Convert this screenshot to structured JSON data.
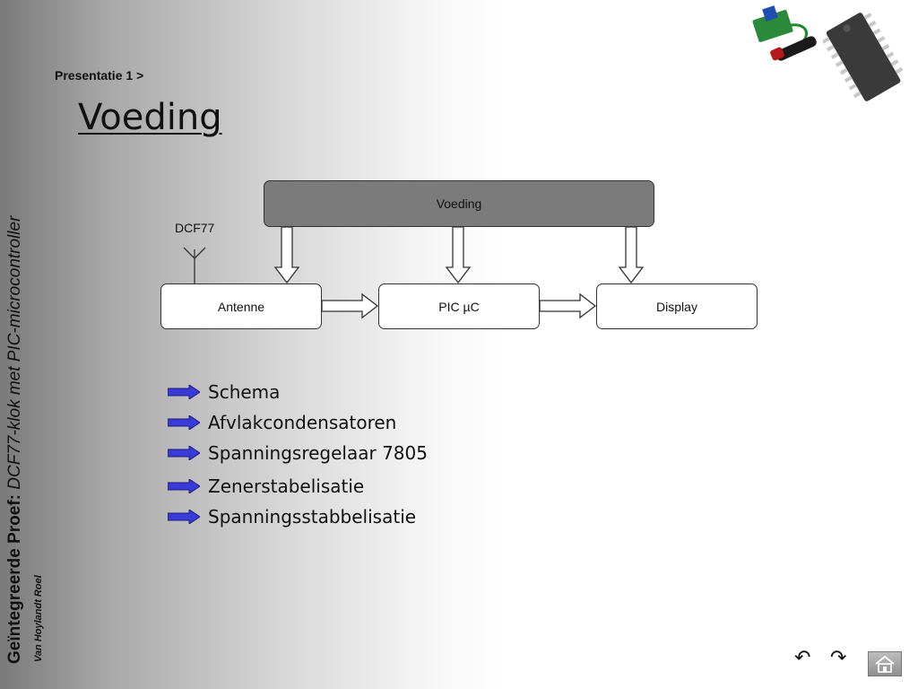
{
  "sidebar": {
    "title_bold": "Geïntegreerde Proef:",
    "title_italic": "DCF77-klok met PIC-microcontroller",
    "author": "Van Hoylandt Roel"
  },
  "breadcrumb": "Presentatie 1 >",
  "title": "Voeding",
  "diagram": {
    "power_block": "Voeding",
    "antenna_label": "DCF77",
    "blocks": [
      "Antenne",
      "PIC µC",
      "Display"
    ]
  },
  "bullets": [
    "Schema",
    "Afvlakcondensatoren",
    "Spanningsregelaar 7805",
    "Zenerstabelisatie",
    "Spanningsstabbelisatie"
  ],
  "colors": {
    "bullet_arrow": "#3a3ad8",
    "power_block_fill": "#7b7b7b"
  },
  "icons": {
    "back": "undo-arrow-icon",
    "forward": "redo-arrow-icon",
    "home": "home-icon"
  },
  "nav": {
    "back_glyph": "↶",
    "forward_glyph": "↷"
  }
}
